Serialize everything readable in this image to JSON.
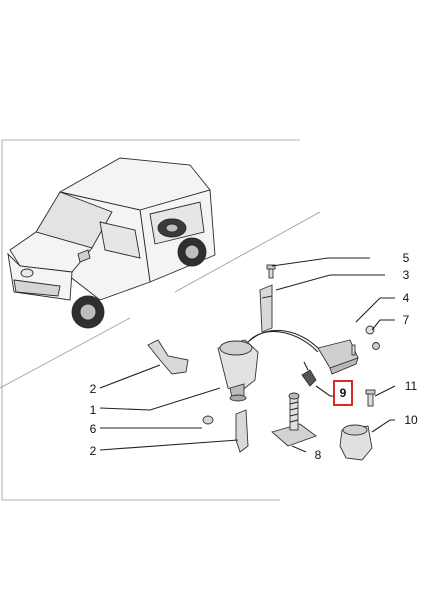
{
  "diagram": {
    "labels": [
      {
        "id": "5",
        "text": "5"
      },
      {
        "id": "3",
        "text": "3"
      },
      {
        "id": "4",
        "text": "4"
      },
      {
        "id": "7",
        "text": "7"
      },
      {
        "id": "2a",
        "text": "2"
      },
      {
        "id": "1",
        "text": "1"
      },
      {
        "id": "9",
        "text": "9"
      },
      {
        "id": "11",
        "text": "11"
      },
      {
        "id": "6",
        "text": "6"
      },
      {
        "id": "10",
        "text": "10"
      },
      {
        "id": "2b",
        "text": "2"
      },
      {
        "id": "8",
        "text": "8"
      }
    ],
    "highlight_label": "9",
    "highlight_color": "#d42a2a"
  }
}
